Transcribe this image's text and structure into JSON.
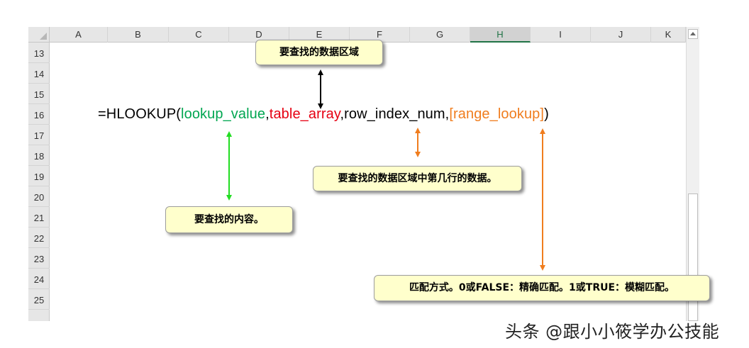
{
  "spreadsheet": {
    "columns": [
      "A",
      "B",
      "C",
      "D",
      "E",
      "F",
      "G",
      "H",
      "I",
      "J",
      "K"
    ],
    "selected_column": "H",
    "rows": [
      "13",
      "14",
      "15",
      "16",
      "17",
      "18",
      "19",
      "20",
      "21",
      "22",
      "23",
      "24",
      "25"
    ]
  },
  "formula": {
    "prefix": "=HLOOKUP(",
    "arg1": "lookup_value",
    "sep1": ",",
    "arg2": "table_array",
    "sep2": ",",
    "arg3": "row_index_num",
    "sep3": ",",
    "arg4": "[range_lookup]",
    "suffix": ")"
  },
  "callouts": {
    "table_array": "要查找的数据区域",
    "row_index_num": "要查找的数据区域中第几行的数据。",
    "lookup_value": "要查找的内容。",
    "range_lookup": "匹配方式。0或FALSE：精确匹配。1或TRUE：模糊匹配。"
  },
  "colors": {
    "lookup_value": "#00a651",
    "table_array": "#e60012",
    "range_lookup": "#f07d1e",
    "callout_fill": "#ffffcc",
    "selected_header": "#217346"
  },
  "icons": [
    "select-all-triangle-icon",
    "scroll-up-arrow-icon"
  ],
  "watermark": "头条 @跟小小筱学办公技能"
}
